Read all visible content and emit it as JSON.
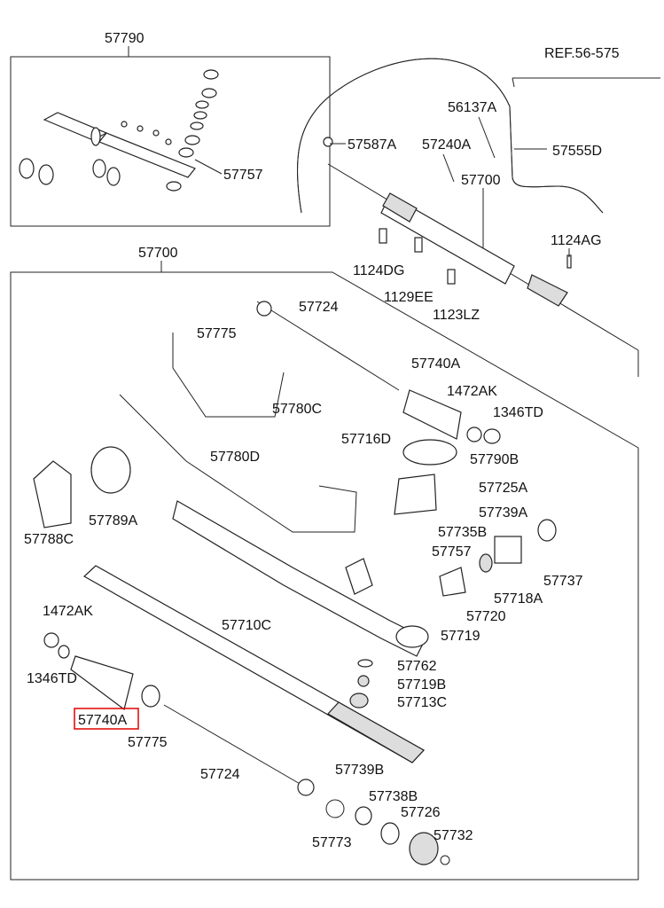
{
  "diagram": {
    "highlight_color": "#e00000",
    "kit_box": {
      "label": "57790",
      "part_57757": "57757"
    },
    "assembly_overview": {
      "ref": "REF.56-575",
      "labels": {
        "p56137A": "56137A",
        "p57587A": "57587A",
        "p57240A": "57240A",
        "p57555D": "57555D",
        "p57700": "57700",
        "p1124AG": "1124AG",
        "p1124DG": "1124DG",
        "p1129EE": "1129EE",
        "p1123LZ": "1123LZ"
      }
    },
    "main_box": {
      "label": "57700",
      "labels": {
        "p57775a": "57775",
        "p57724a": "57724",
        "p57740Aa": "57740A",
        "p1472AKa": "1472AK",
        "p1346TDa": "1346TD",
        "p57780C": "57780C",
        "p57716D": "57716D",
        "p57790B": "57790B",
        "p57780D": "57780D",
        "p57725A": "57725A",
        "p57739A": "57739A",
        "p57789A": "57789A",
        "p57788C": "57788C",
        "p57735B": "57735B",
        "p57757": "57757",
        "p57737": "57737",
        "p57718A": "57718A",
        "p57720": "57720",
        "p57719": "57719",
        "p1472AKb": "1472AK",
        "p57710C": "57710C",
        "p1346TDb": "1346TD",
        "p57762": "57762",
        "p57719B": "57719B",
        "p57713C": "57713C",
        "p57740Ab": "57740A",
        "p57775b": "57775",
        "p57724b": "57724",
        "p57739B": "57739B",
        "p57738B": "57738B",
        "p57726": "57726",
        "p57732": "57732",
        "p57773": "57773"
      }
    }
  }
}
